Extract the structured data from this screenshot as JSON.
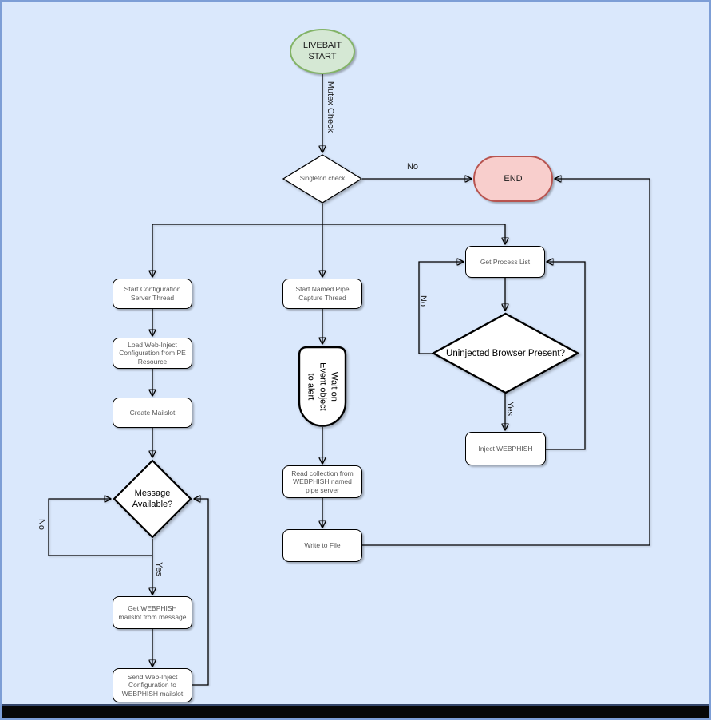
{
  "diagram": {
    "title": "LIVEBAIT flowchart",
    "colors": {
      "canvas_bg": "#dae8fc",
      "frame_border": "#7d9ed6",
      "start_fill": "#d5e8d4",
      "start_stroke": "#82b366",
      "end_fill": "#f8cecc",
      "end_stroke": "#b85450",
      "node_fill": "#ffffff",
      "node_stroke": "#000000"
    },
    "nodes": {
      "start": {
        "label": "LIVEBAIT START"
      },
      "singleton_check": {
        "label": "Singleton check"
      },
      "end": {
        "label": "END"
      },
      "start_config_server": {
        "label": "Start Configuration Server Thread"
      },
      "load_web_inject": {
        "label": "Load Web-Inject Configuration from PE Resource"
      },
      "create_mailslot": {
        "label": "Create Mailslot"
      },
      "message_available": {
        "label": "Message Available?"
      },
      "get_webphish_mailslot": {
        "label": "Get WEBPHISH mailslot from message"
      },
      "send_web_inject": {
        "label": "Send Web-Inject Configuration to WEBPHISH mailslot"
      },
      "start_named_pipe": {
        "label": "Start Named Pipe Capture Thread"
      },
      "wait_on_event": {
        "label": "Wait on Event object to alert"
      },
      "read_collection": {
        "label": "Read collection from WEBPHISH named pipe server"
      },
      "write_to_file": {
        "label": "Write to File"
      },
      "get_process_list": {
        "label": "Get Process List"
      },
      "uninjected_browser": {
        "label": "Uninjected Browser Present?"
      },
      "inject_webphish": {
        "label": "Inject WEBPHISH"
      }
    },
    "edge_labels": {
      "mutex_check": "Mutex Check",
      "singleton_no": "No",
      "message_yes": "Yes",
      "message_no": "No",
      "browser_yes": "Yes",
      "browser_no": "No"
    }
  }
}
